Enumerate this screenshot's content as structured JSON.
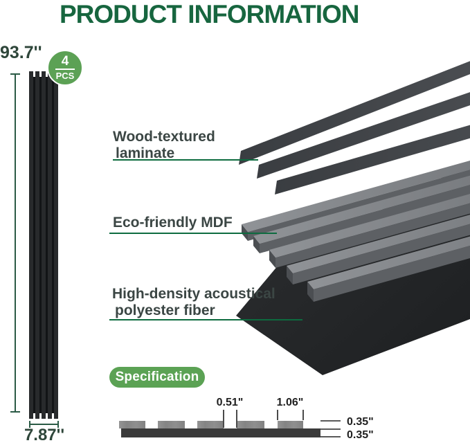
{
  "title": "PRODUCT INFORMATION",
  "panel": {
    "height_label": "93.7''",
    "width_label": "7.87''",
    "badge": {
      "count": "4",
      "unit": "PCS"
    }
  },
  "layers": {
    "laminate": {
      "line1": "Wood-textured",
      "line2": "laminate"
    },
    "mdf": {
      "line1": "Eco-friendly MDF"
    },
    "fiber": {
      "line1": "High-density acoustical",
      "line2": "polyester fiber"
    }
  },
  "spec": {
    "heading": "Specification",
    "gap_width": "0.51\"",
    "slat_width": "1.06\"",
    "slat_thickness": "0.35\"",
    "base_thickness": "0.35\""
  },
  "colors": {
    "title_green": "#17663f",
    "underline_green": "#0d6b3f",
    "badge_green": "#5ca155",
    "pill_green": "#5ba254",
    "dimension_green": "#2a5a45",
    "label_slate": "#3b4644",
    "felt_dark": "#26282a",
    "mdf_gray": "#84878b"
  }
}
